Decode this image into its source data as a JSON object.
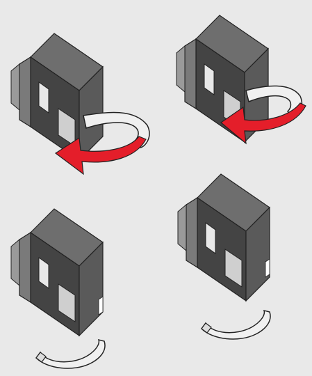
{
  "colors": {
    "background": "#e9e9e9",
    "cartridge_side": "#444444",
    "cartridge_front": "#555555",
    "cartridge_top": "#6e6e6e",
    "contact_window": "#e8e8e8",
    "tape": "#f0f0f0",
    "arrow": "#e41e2a"
  },
  "panels": [
    {
      "name": "step-1-pull-tape",
      "shows_arrow": true,
      "tape_state": "attached"
    },
    {
      "name": "step-2-pull-tape",
      "shows_arrow": true,
      "tape_state": "attached"
    },
    {
      "name": "step-3-tape-removed",
      "shows_arrow": false,
      "tape_state": "removed"
    },
    {
      "name": "step-4-tape-removed",
      "shows_arrow": false,
      "tape_state": "removed"
    }
  ]
}
